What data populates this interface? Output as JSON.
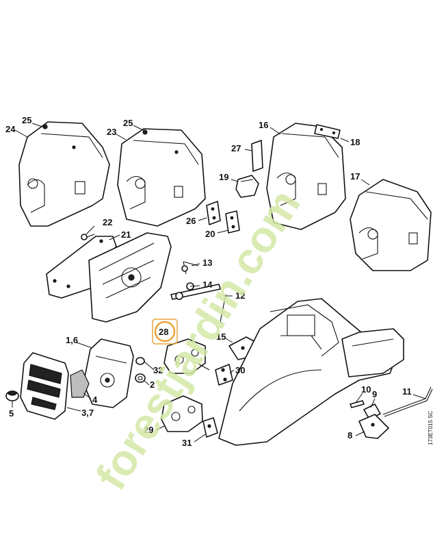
{
  "callouts": {
    "c1": "1,6",
    "c2": "2",
    "c3": "3,7",
    "c4": "4",
    "c5": "5",
    "c8": "8",
    "c9": "9",
    "c10": "10",
    "c11": "11",
    "c12": "12",
    "c13": "13",
    "c14": "14",
    "c15": "15",
    "c16": "16",
    "c17": "17",
    "c18": "18",
    "c19": "19",
    "c20": "20",
    "c21": "21",
    "c22": "22",
    "c23": "23",
    "c24": "24",
    "c25a": "25",
    "c25b": "25",
    "c26": "26",
    "c27": "27",
    "c28": "28",
    "c29": "29",
    "c30": "30",
    "c31": "31",
    "c32": "32"
  },
  "highlight_color": "#e8a33a",
  "watermark": {
    "text": "forestjardin.com",
    "color": "#d4e7a6"
  },
  "drawing_ref": "173ET015 SC"
}
